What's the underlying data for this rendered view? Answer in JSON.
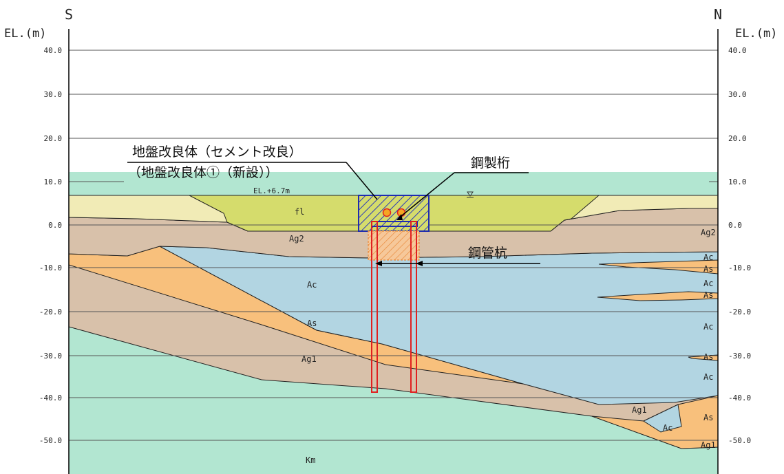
{
  "compass": {
    "south": "S",
    "north": "N"
  },
  "axis": {
    "unit_label_left": "EL.(m)",
    "unit_label_right": "EL.(m)",
    "ticks": [
      "40.0",
      "30.0",
      "20.0",
      "10.0",
      "0.0",
      "-10.0",
      "-20.0",
      "-30.0",
      "-40.0",
      "-50.0"
    ]
  },
  "ground_level": "EL.+6.7m",
  "strata": {
    "fl": "fl",
    "ag2": "Ag2",
    "ac": "Ac",
    "as": "As",
    "ag1": "Ag1",
    "km": "Km"
  },
  "annotations": {
    "ground_improvement_line1": "地盤改良体（セメント改良）",
    "ground_improvement_line2": "（地盤改良体①（新設））",
    "steel_girder": "鋼製桁",
    "steel_pipe_pile": "鋼管杭"
  },
  "colors": {
    "fill_layer": "#d5dc6c",
    "surface_sand": "#f1ebb6",
    "gravel": "#d8c1aa",
    "clay": "#b2d5e2",
    "sand": "#f8c07c",
    "rock": "#b2e6d1",
    "pile": "#e02020",
    "improvement_box": "#1f2bb0"
  }
}
